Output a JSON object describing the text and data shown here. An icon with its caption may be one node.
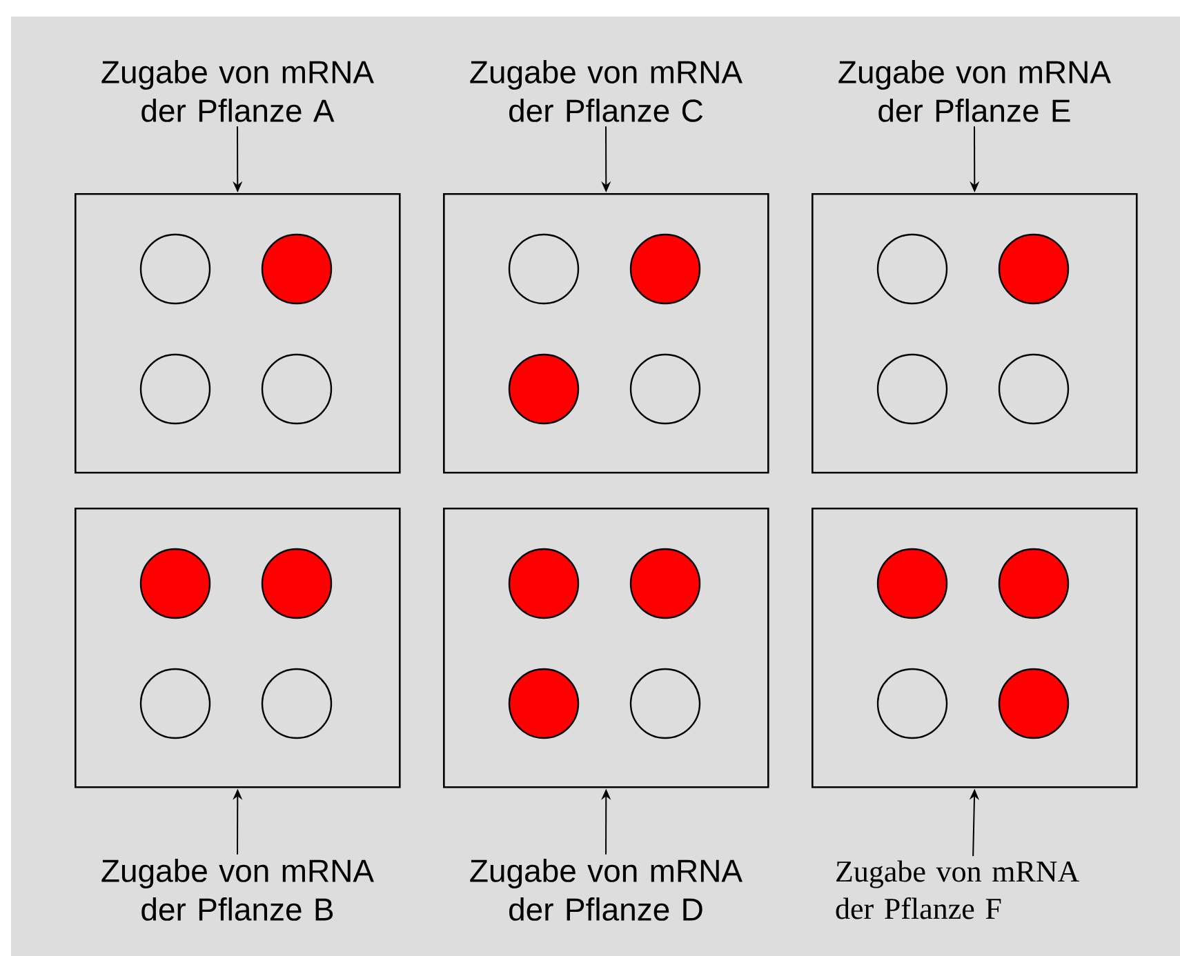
{
  "diagram": {
    "nodes": [
      {
        "text": [
          "Zugabe von mRNA der Pflanze A"
        ]
      },
      {
        "text": [
          "Zugabe von mRNA der Pflanze C"
        ]
      },
      {
        "text": [
          "Zugabe von mRNA der Pflanze E"
        ]
      },
      {
        "text": [],
        "shape": "box"
      },
      {
        "text": [],
        "shape": "box"
      },
      {
        "text": [],
        "shape": "box"
      },
      {
        "text": [],
        "shape": "box"
      },
      {
        "text": [],
        "shape": "box"
      },
      {
        "text": [],
        "shape": "box"
      },
      {
        "text": [],
        "shape": "circle",
        "in": 3
      },
      {
        "text": [],
        "shape": "dot",
        "in": 3
      },
      {
        "text": [],
        "shape": "circle",
        "in": 3
      },
      {
        "text": [],
        "shape": "circle",
        "in": 3
      },
      {
        "text": [],
        "shape": "circle",
        "in": 4
      },
      {
        "text": [],
        "shape": "dot",
        "in": 4
      },
      {
        "text": [],
        "shape": "dot",
        "in": 4
      },
      {
        "text": [],
        "shape": "circle",
        "in": 4
      },
      {
        "text": [],
        "shape": "circle",
        "in": 5
      },
      {
        "text": [],
        "shape": "dot",
        "in": 5
      },
      {
        "text": [],
        "shape": "circle",
        "in": 5
      },
      {
        "text": [],
        "shape": "circle",
        "in": 5
      },
      {
        "text": [],
        "shape": "dot",
        "in": 6
      },
      {
        "text": [],
        "shape": "dot",
        "in": 6
      },
      {
        "text": [],
        "shape": "circle",
        "in": 6
      },
      {
        "text": [],
        "shape": "circle",
        "in": 6
      },
      {
        "text": [],
        "shape": "dot",
        "in": 7
      },
      {
        "text": [],
        "shape": "dot",
        "in": 7
      },
      {
        "text": [],
        "shape": "dot",
        "in": 7
      },
      {
        "text": [],
        "shape": "circle",
        "in": 7
      },
      {
        "text": [],
        "shape": "dot",
        "in": 8
      },
      {
        "text": [],
        "shape": "dot",
        "in": 8
      },
      {
        "text": [],
        "shape": "circle",
        "in": 8
      },
      {
        "text": [],
        "shape": "dot",
        "in": 8
      },
      {
        "text": [
          "Zugabe von mRNA der Pflanze B"
        ]
      },
      {
        "text": [
          "Zugabe von mRNA der Pflanze D"
        ]
      },
      {
        "text": [
          "Zugabe von mRNA der Pflanze F"
        ]
      }
    ],
    "edges": [
      {
        "from": 0,
        "to": 3,
        "arrow": "to"
      },
      {
        "from": 1,
        "to": 4,
        "arrow": "to"
      },
      {
        "from": 2,
        "to": 5,
        "arrow": "to"
      },
      {
        "from": 33,
        "to": 6,
        "arrow": "to"
      },
      {
        "from": 34,
        "to": 7,
        "arrow": "to"
      },
      {
        "from": 35,
        "to": 8,
        "arrow": "to"
      }
    ]
  }
}
